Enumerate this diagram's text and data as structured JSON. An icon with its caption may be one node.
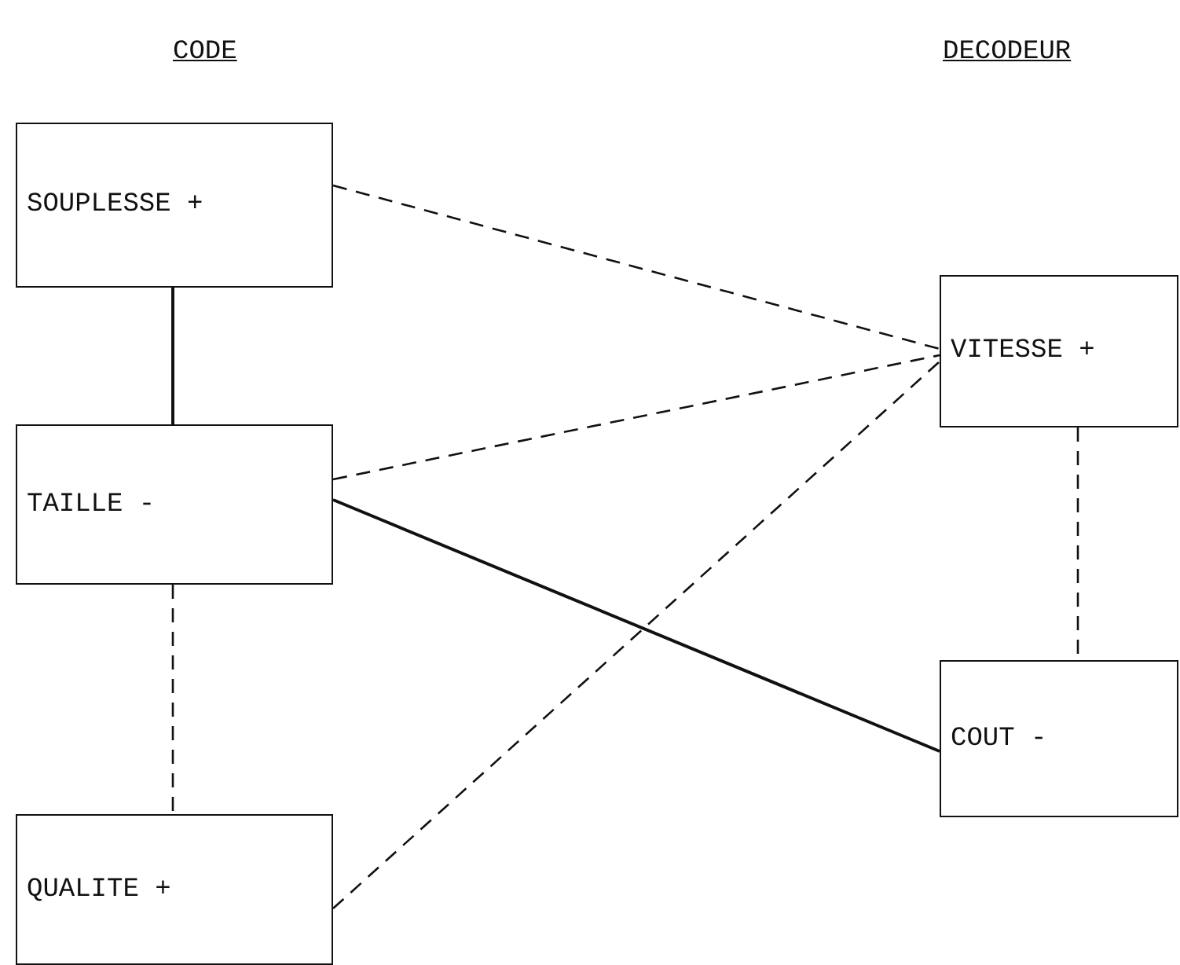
{
  "diagram": {
    "nodes": [
      {
        "text": [
          "SOUPLESSE +"
        ]
      },
      {
        "text": [
          "TAILLE -"
        ]
      },
      {
        "text": [
          "QUALITE +"
        ]
      },
      {
        "text": [
          "VITESSE +"
        ]
      },
      {
        "text": [
          "COUT -"
        ]
      }
    ],
    "edges": [
      {
        "from": 0,
        "to": 1,
        "arrow": "none"
      },
      {
        "from": 0,
        "to": 3,
        "arrow": "none",
        "style": "dashed"
      },
      {
        "from": 1,
        "to": 3,
        "arrow": "none",
        "style": "dashed"
      },
      {
        "from": 2,
        "to": 3,
        "arrow": "none",
        "style": "dashed"
      },
      {
        "from": 1,
        "to": 4,
        "arrow": "none"
      },
      {
        "from": 1,
        "to": 2,
        "arrow": "none",
        "style": "dashed"
      },
      {
        "from": 3,
        "to": 4,
        "arrow": "none",
        "style": "dashed"
      }
    ],
    "labels": [
      "CODE",
      "DECODEUR"
    ]
  }
}
